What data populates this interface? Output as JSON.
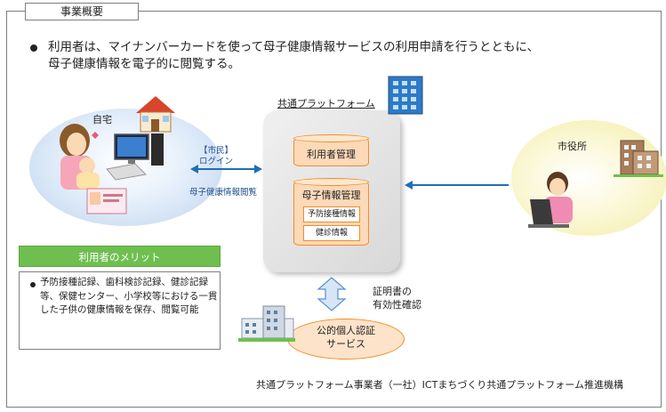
{
  "header": {
    "tab_label": "事業概要"
  },
  "intro": {
    "line1": "利用者は、マイナンバーカードを使って母子健康情報サービスの利用申請を行うとともに、",
    "line2": "母子健康情報を電子的に閲覧する。"
  },
  "home": {
    "label": "自宅"
  },
  "login": {
    "citizen": "【市民】",
    "login": "ログイン",
    "browse": "母子健康情報閲覧"
  },
  "platform": {
    "title": "共通プラットフォーム",
    "user_mgmt": "利用者管理",
    "mch_mgmt": "母子情報管理",
    "vaccination": "予防接種情報",
    "checkup": "健診情報"
  },
  "city": {
    "label": "市役所"
  },
  "merit": {
    "title": "利用者のメリット",
    "body": "予防接種記録、歯科検診記録、健診記録等、保健センター、小学校等における一貫した子供の健康情報を保存、閲覧可能"
  },
  "cert": {
    "line1": "証明書の",
    "line2": "有効性確認"
  },
  "auth": {
    "line1": "公的個人認証",
    "line2": "サービス"
  },
  "footer": {
    "text": "共通プラットフォーム事業者（一社）ICTまちづくり共通プラットフォーム推進機構"
  },
  "colors": {
    "arrow_blue": "#1f6fb7",
    "orange": "#f28c28",
    "green": "#6fbf50"
  }
}
